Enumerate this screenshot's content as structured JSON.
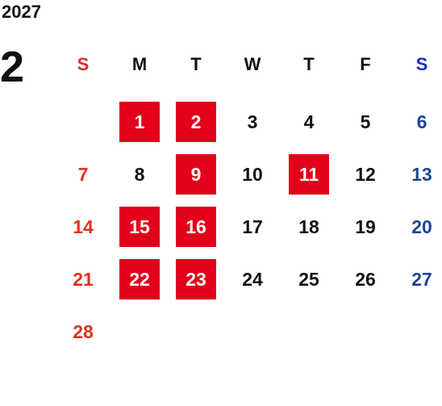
{
  "year": "2027",
  "month": "2",
  "weekdays": [
    "S",
    "M",
    "T",
    "W",
    "T",
    "F",
    "S"
  ],
  "colors": {
    "sunday": "#e0301e",
    "saturday": "#1c4597",
    "holiday_bg": "#e2001a",
    "text": "#111111"
  },
  "weeks": [
    [
      {
        "day": "",
        "holiday": false
      },
      {
        "day": "1",
        "holiday": true
      },
      {
        "day": "2",
        "holiday": true
      },
      {
        "day": "3",
        "holiday": false
      },
      {
        "day": "4",
        "holiday": false
      },
      {
        "day": "5",
        "holiday": false
      },
      {
        "day": "6",
        "holiday": false
      }
    ],
    [
      {
        "day": "7",
        "holiday": false
      },
      {
        "day": "8",
        "holiday": false
      },
      {
        "day": "9",
        "holiday": true
      },
      {
        "day": "10",
        "holiday": false
      },
      {
        "day": "11",
        "holiday": true
      },
      {
        "day": "12",
        "holiday": false
      },
      {
        "day": "13",
        "holiday": false
      }
    ],
    [
      {
        "day": "14",
        "holiday": false
      },
      {
        "day": "15",
        "holiday": true
      },
      {
        "day": "16",
        "holiday": true
      },
      {
        "day": "17",
        "holiday": false
      },
      {
        "day": "18",
        "holiday": false
      },
      {
        "day": "19",
        "holiday": false
      },
      {
        "day": "20",
        "holiday": false
      }
    ],
    [
      {
        "day": "21",
        "holiday": false
      },
      {
        "day": "22",
        "holiday": true
      },
      {
        "day": "23",
        "holiday": true
      },
      {
        "day": "24",
        "holiday": false
      },
      {
        "day": "25",
        "holiday": false
      },
      {
        "day": "26",
        "holiday": false
      },
      {
        "day": "27",
        "holiday": false
      }
    ],
    [
      {
        "day": "28",
        "holiday": false
      },
      {
        "day": "",
        "holiday": false
      },
      {
        "day": "",
        "holiday": false
      },
      {
        "day": "",
        "holiday": false
      },
      {
        "day": "",
        "holiday": false
      },
      {
        "day": "",
        "holiday": false
      },
      {
        "day": "",
        "holiday": false
      }
    ]
  ]
}
